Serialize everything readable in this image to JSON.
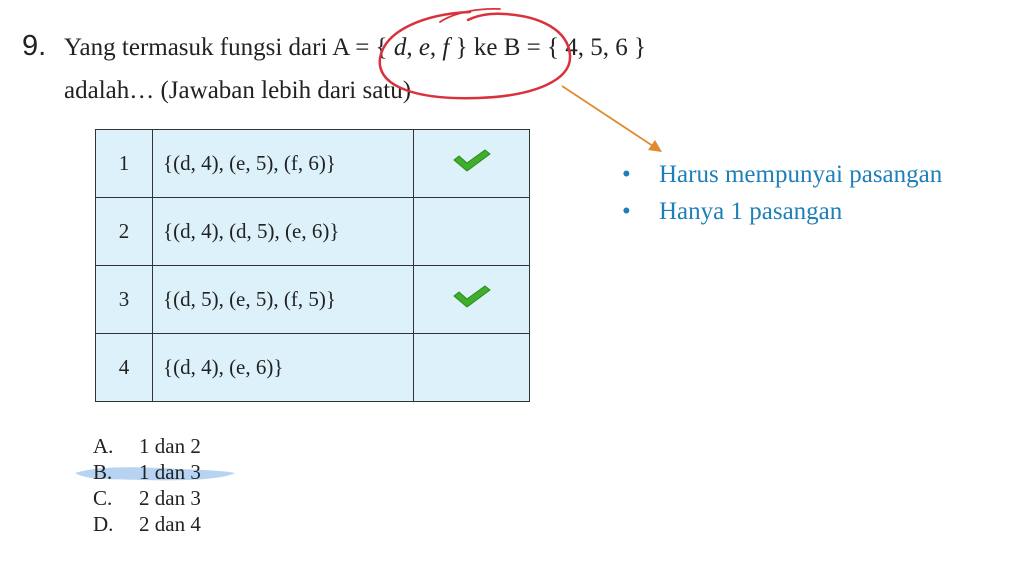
{
  "question": {
    "number": "9.",
    "line1_prefix": "Yang termasuk  fungsi dari A = { ",
    "set_a_1": "d",
    "sep1": ", ",
    "set_a_2": "e",
    "sep2": ", ",
    "set_a_3": "f",
    "line1_suffix": " } ke B = { 4, 5, 6 }",
    "line2": "adalah… (Jawaban lebih dari satu)"
  },
  "table": {
    "rows": [
      {
        "num": "1",
        "set": "{(d, 4), (e, 5), (f, 6)}",
        "checked": true
      },
      {
        "num": "2",
        "set": "{(d, 4), (d, 5), (e, 6)}",
        "checked": false
      },
      {
        "num": "3",
        "set": "{(d, 5), (e, 5), (f, 5)}",
        "checked": true
      },
      {
        "num": "4",
        "set": "{(d, 4), (e, 6)}",
        "checked": false
      }
    ]
  },
  "answers": [
    {
      "letter": "A.",
      "text": "1 dan 2",
      "highlighted": false
    },
    {
      "letter": "B.",
      "text": "1 dan 3",
      "highlighted": true
    },
    {
      "letter": "C.",
      "text": "2 dan 3",
      "highlighted": false
    },
    {
      "letter": "D.",
      "text": "2 dan 4",
      "highlighted": false
    }
  ],
  "notes": {
    "bullet": "•",
    "items": [
      "Harus mempunyai pasangan",
      "Hanya 1 pasangan"
    ]
  },
  "colors": {
    "table_fill": "#ddf1fb",
    "check_green": "#3fae2a",
    "note_blue": "#1f7fb8",
    "circle_red": "#d9323c",
    "arrow_orange": "#e08a2e",
    "highlight_blue": "#a9cdee"
  }
}
